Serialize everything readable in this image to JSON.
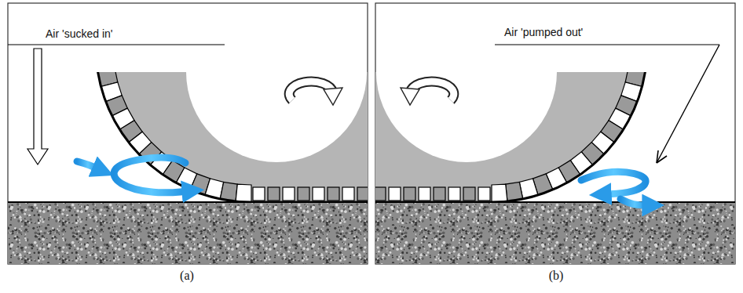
{
  "diagram": {
    "labels": [
      "Air 'sucked in'",
      "Air 'pumped out'",
      "(a)",
      "(b)"
    ]
  }
}
